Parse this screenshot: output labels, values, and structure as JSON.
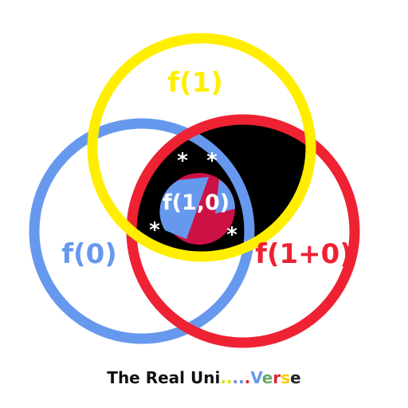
{
  "labels": {
    "top": "f(1)",
    "left": "f(0)",
    "right": "f(1+0)",
    "center": "f(1,0)"
  },
  "stars": [
    "*",
    "*",
    "*",
    "*"
  ],
  "caption": {
    "prefix": "The Real Uni",
    "dots": [
      ".",
      ".",
      ".",
      ".",
      "."
    ],
    "suffix_letters": [
      "V",
      "e",
      "r",
      "s",
      "e"
    ]
  },
  "colors": {
    "yellow": "#ffee00",
    "blue": "#6699ee",
    "red": "#ee2233",
    "black": "#000000",
    "center_red": "#cc1144",
    "center_blue": "#6699ee",
    "dots": [
      "#dddd00",
      "#dddd00",
      "#6688ee",
      "#6688ee",
      "#dd2222"
    ],
    "letters": [
      "#6699ee",
      "#66aa66",
      "#dd2233",
      "#ffcc00",
      "#222222"
    ]
  }
}
